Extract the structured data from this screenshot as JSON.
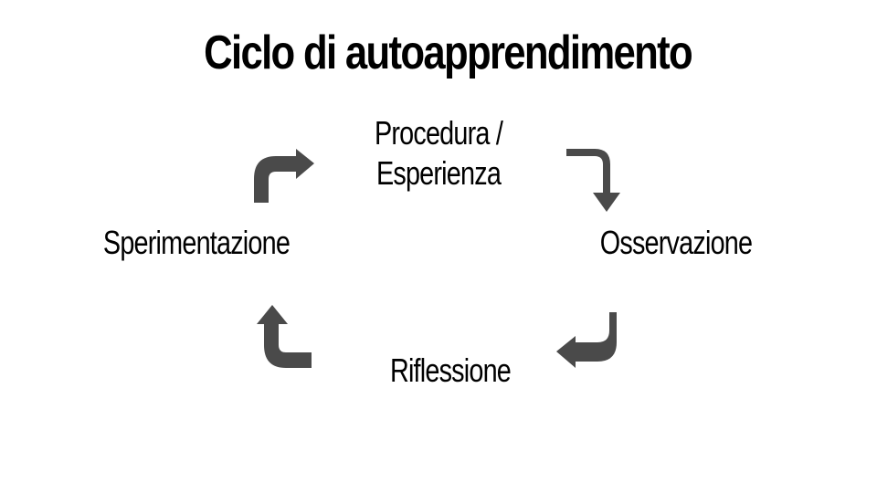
{
  "title": "Ciclo di autoapprendimento",
  "steps": [
    {
      "line1": "Procedura /",
      "line2": "Esperienza"
    },
    {
      "label": "Osservazione"
    },
    {
      "label": "Riflessione"
    },
    {
      "label": "Sperimentazione"
    }
  ],
  "arrow_color": "#4a4a4a",
  "icons": [
    "arrow-top-right-icon",
    "arrow-bottom-right-icon",
    "arrow-bottom-left-icon",
    "arrow-top-left-icon"
  ]
}
